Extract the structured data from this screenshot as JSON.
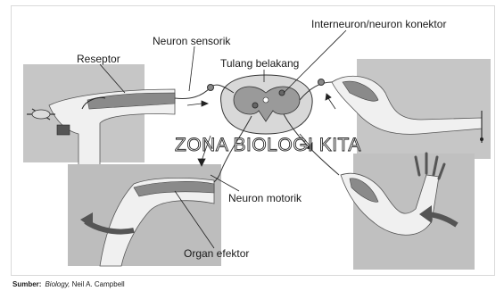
{
  "labels": {
    "reseptor": "Reseptor",
    "neuron_sensorik": "Neuron sensorik",
    "tulang_belakang": "Tulang belakang",
    "interneuron": "Interneuron/neuron konektor",
    "neuron_motorik": "Neuron motorik",
    "organ_efektor": "Organ efektor"
  },
  "watermark": "ZONA BIOLOGI KITA",
  "caption": {
    "label": "Sumber:",
    "title": "Biology,",
    "author": "Neil A. Campbell"
  },
  "colors": {
    "panel": "#c8c8c8",
    "panel_dark": "#b4b4b4",
    "skin": "#f0f0f0",
    "muscle": "#8a8a8a",
    "line": "#333333"
  }
}
